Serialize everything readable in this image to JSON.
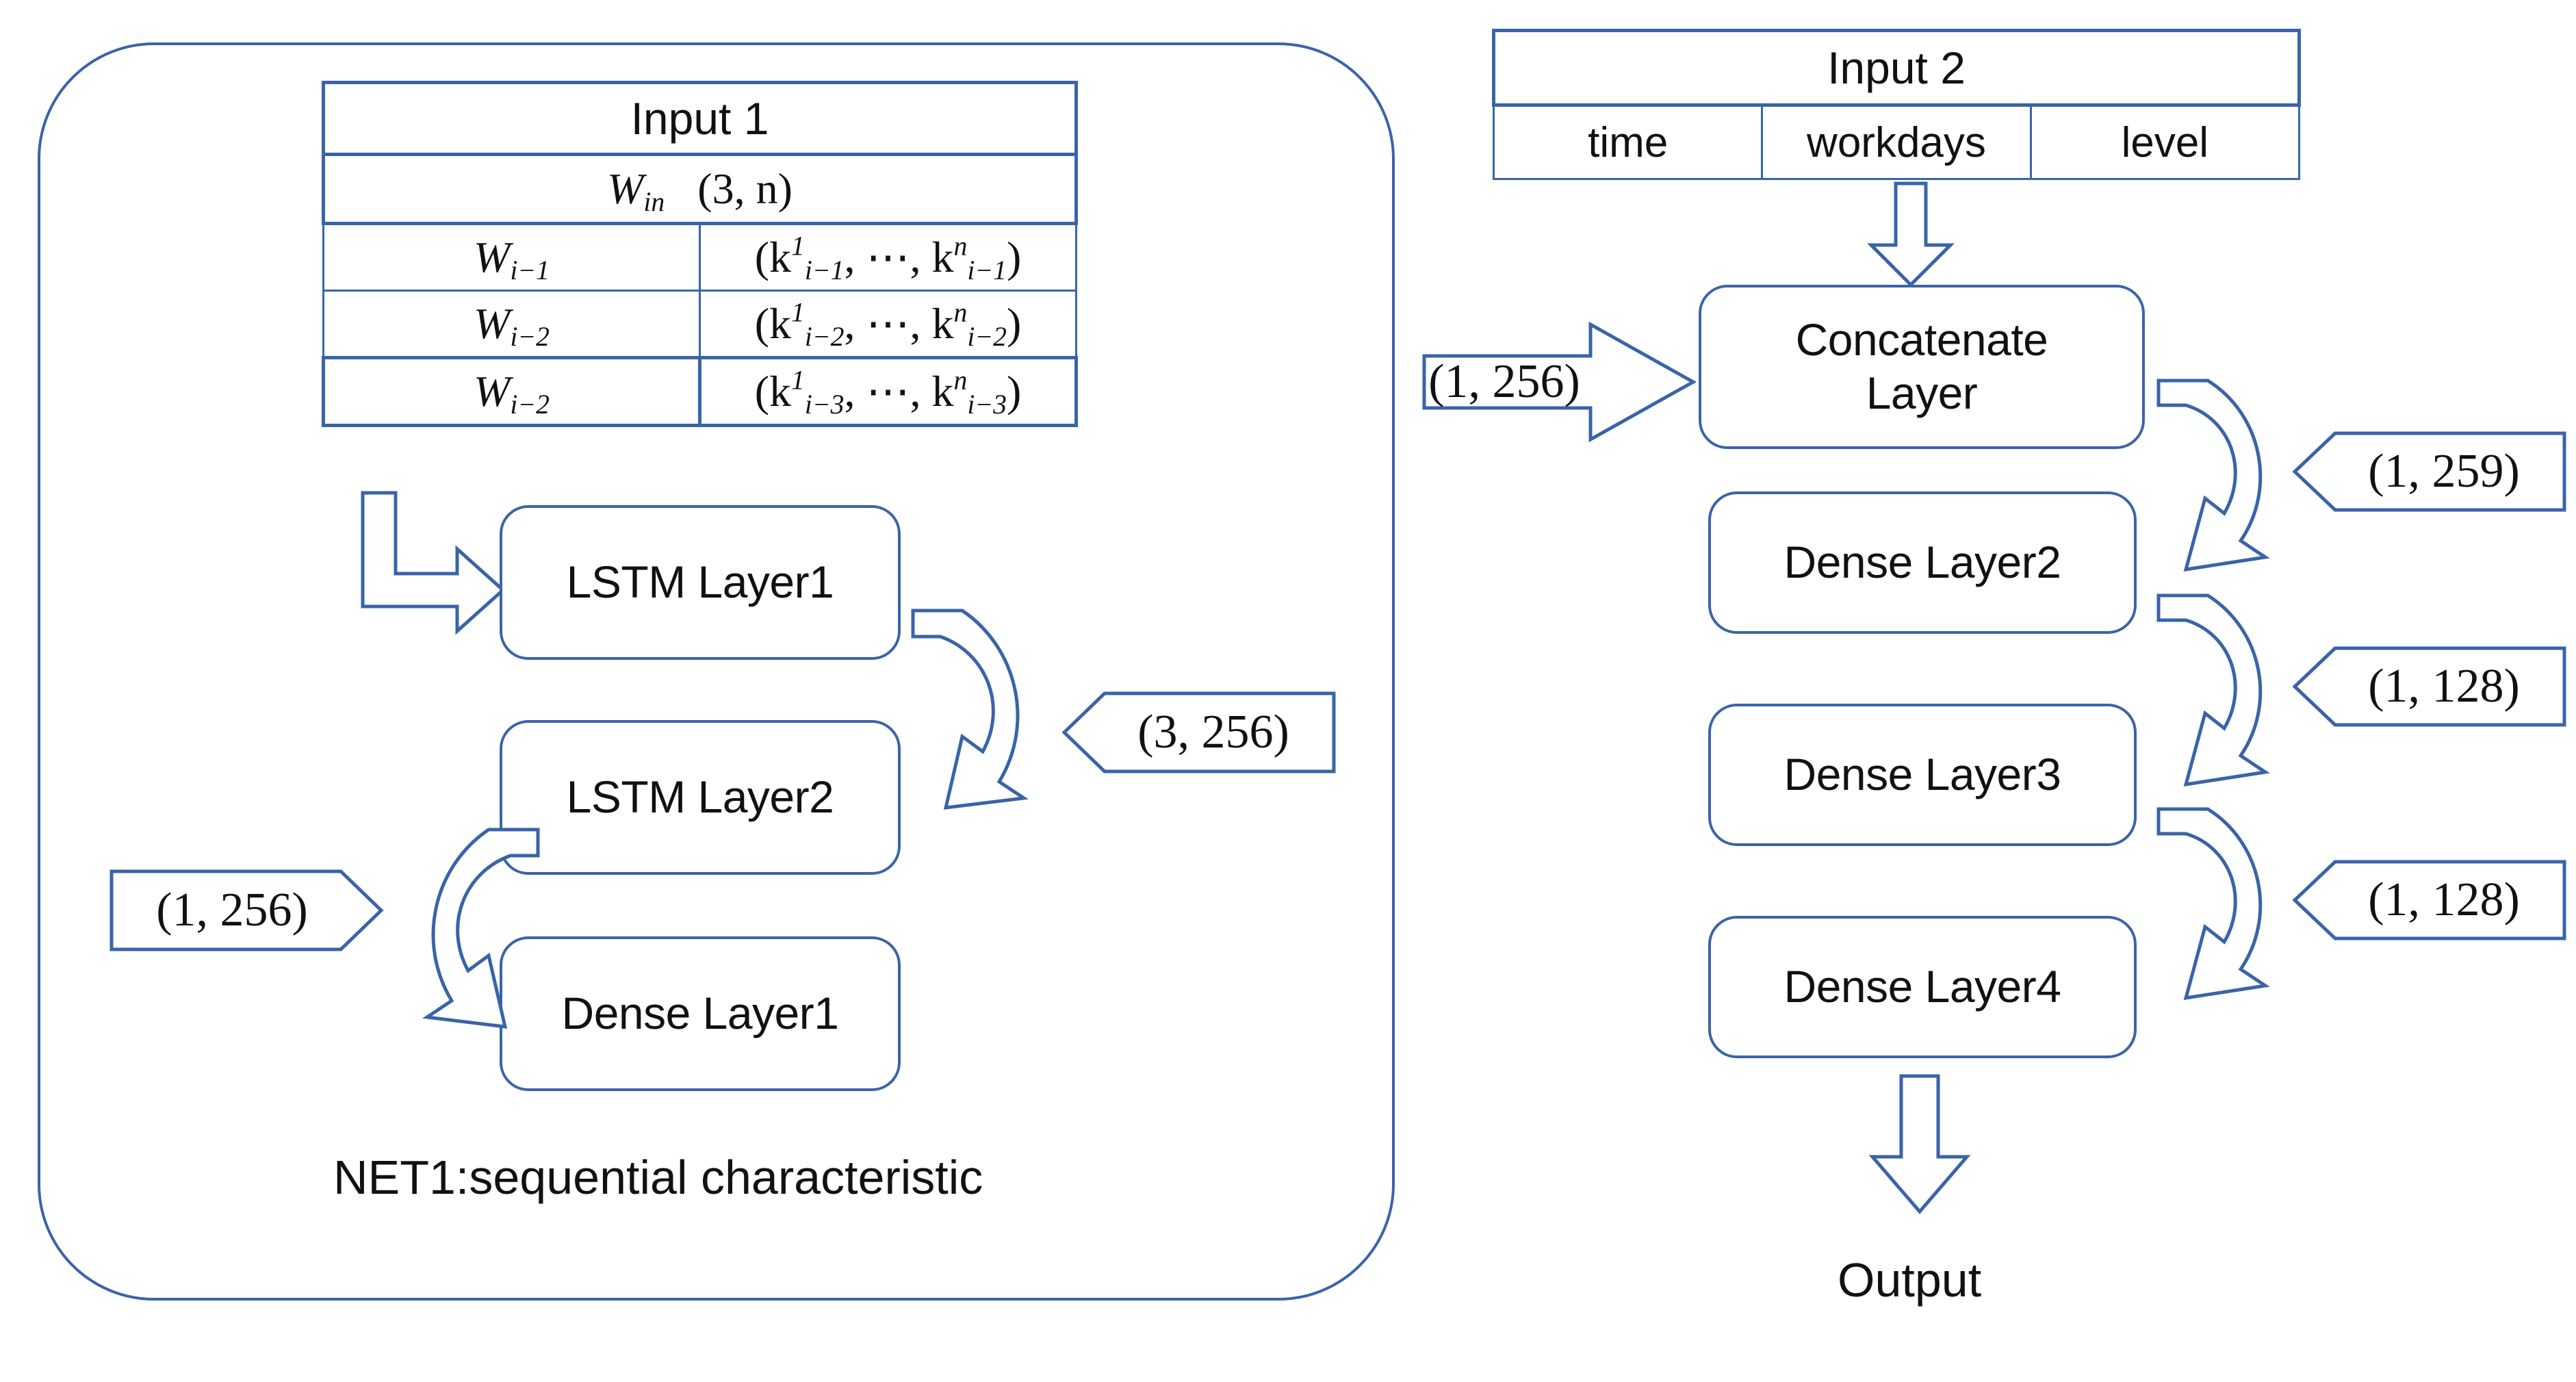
{
  "diagram": {
    "title_caption": "NET1:sequential characteristic",
    "accent_color": "#3a64a8",
    "text_color": "#111111",
    "background": "#ffffff"
  },
  "input1_table": {
    "header": "Input 1",
    "subheader_symbol": "W",
    "subheader_sub": "in",
    "subheader_shape": "(3, n)",
    "rows": [
      {
        "label_symbol": "W",
        "label_sub": "i−1",
        "value_open": "(k",
        "value_sup": "1",
        "value_sub": "i−1",
        "value_mid": ", ⋯, k",
        "value_sup2": "n",
        "value_sub2": "i−1",
        "value_close": ")"
      },
      {
        "label_symbol": "W",
        "label_sub": "i−2",
        "value_open": "(k",
        "value_sup": "1",
        "value_sub": "i−2",
        "value_mid": ", ⋯, k",
        "value_sup2": "n",
        "value_sub2": "i−2",
        "value_close": ")"
      },
      {
        "label_symbol": "W",
        "label_sub": "i−2",
        "value_open": "(k",
        "value_sup": "1",
        "value_sub": "i−3",
        "value_mid": ", ⋯, k",
        "value_sup2": "n",
        "value_sub2": "i−3",
        "value_close": ")"
      }
    ]
  },
  "input2_table": {
    "header": "Input 2",
    "columns": [
      "time",
      "workdays",
      "level"
    ]
  },
  "net1": {
    "boxes": [
      {
        "label": "LSTM Layer1"
      },
      {
        "label": "LSTM Layer2"
      },
      {
        "label": "Dense Layer1"
      }
    ],
    "shape_labels": [
      {
        "text": "(3, 256)",
        "points": "left"
      },
      {
        "text": "(1, 256)",
        "points": "right"
      }
    ]
  },
  "net2": {
    "boxes": [
      {
        "label": "Concatenate\nLayer",
        "line1": "Concatenate",
        "line2": "Layer"
      },
      {
        "label": "Dense Layer2"
      },
      {
        "label": "Dense Layer3"
      },
      {
        "label": "Dense Layer4"
      }
    ],
    "shape_labels": [
      {
        "text": "(1, 256)",
        "points": "right"
      },
      {
        "text": "(1, 259)",
        "points": "left"
      },
      {
        "text": "(1, 128)",
        "points": "left"
      },
      {
        "text": "(1, 128)",
        "points": "left"
      }
    ],
    "output_label": "Output"
  }
}
